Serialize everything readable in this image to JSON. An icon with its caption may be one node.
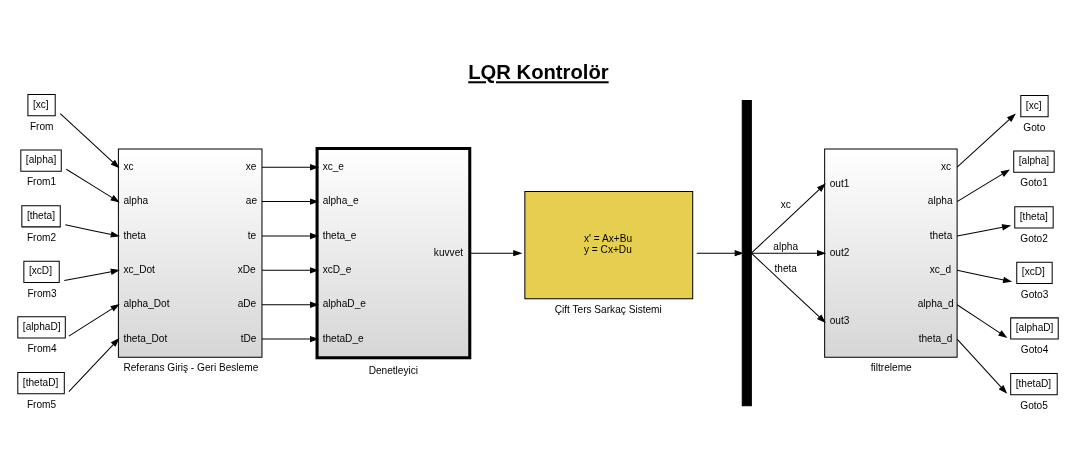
{
  "diagram": {
    "title": "LQR Kontrolör",
    "nodes": [
      {
        "text": [
          "[xc]"
        ],
        "beside": [
          "From"
        ]
      },
      {
        "text": [
          "[alpha]"
        ],
        "beside": [
          "From1"
        ]
      },
      {
        "text": [
          "[theta]"
        ],
        "beside": [
          "From2"
        ]
      },
      {
        "text": [
          "[xcD]"
        ],
        "beside": [
          "From3"
        ]
      },
      {
        "text": [
          "[alphaD]"
        ],
        "beside": [
          "From4"
        ]
      },
      {
        "text": [
          "[thetaD]"
        ],
        "beside": [
          "From5"
        ]
      },
      {
        "text": [
          "xc",
          "alpha",
          "theta",
          "xc_Dot",
          "alpha_Dot",
          "theta_Dot",
          "xe",
          "ae",
          "te",
          "xDe",
          "aDe",
          "tDe"
        ],
        "beside": [
          "Referans Giriş - Geri Besleme"
        ]
      },
      {
        "text": [
          "xc_e",
          "alpha_e",
          "theta_e",
          "xcD_e",
          "alphaD_e",
          "thetaD_e",
          "kuvvet"
        ],
        "beside": [
          "Denetleyici"
        ]
      },
      {
        "text": [
          "x' = Ax+Bu",
          "y = Cx+Du"
        ],
        "beside": [
          "Çift Ters Sarkaç Sistemi"
        ]
      },
      {
        "text": [],
        "shape": "bar"
      },
      {
        "text": [
          "out1",
          "out2",
          "out3",
          "xc",
          "alpha",
          "theta",
          "xc_d",
          "alpha_d",
          "theta_d"
        ],
        "beside": [
          "filtreleme"
        ]
      },
      {
        "text": [
          "[xc]"
        ],
        "beside": [
          "Goto"
        ]
      },
      {
        "text": [
          "[alpha]"
        ],
        "beside": [
          "Goto1"
        ]
      },
      {
        "text": [
          "[theta]"
        ],
        "beside": [
          "Goto2"
        ]
      },
      {
        "text": [
          "[xcD]"
        ],
        "beside": [
          "Goto3"
        ]
      },
      {
        "text": [
          "[alphaD]"
        ],
        "beside": [
          "Goto4"
        ]
      },
      {
        "text": [
          "[thetaD]"
        ],
        "beside": [
          "Goto5"
        ]
      }
    ],
    "edges": [
      {
        "from": 0,
        "to": 6,
        "arrow": "to"
      },
      {
        "from": 1,
        "to": 6,
        "arrow": "to"
      },
      {
        "from": 2,
        "to": 6,
        "arrow": "to"
      },
      {
        "from": 3,
        "to": 6,
        "arrow": "to"
      },
      {
        "from": 4,
        "to": 6,
        "arrow": "to"
      },
      {
        "from": 5,
        "to": 6,
        "arrow": "to"
      },
      {
        "from": 6,
        "to": 7,
        "arrow": "to"
      },
      {
        "from": 6,
        "to": 7,
        "arrow": "to"
      },
      {
        "from": 6,
        "to": 7,
        "arrow": "to"
      },
      {
        "from": 6,
        "to": 7,
        "arrow": "to"
      },
      {
        "from": 6,
        "to": 7,
        "arrow": "to"
      },
      {
        "from": 6,
        "to": 7,
        "arrow": "to"
      },
      {
        "from": 7,
        "to": 8,
        "arrow": "to"
      },
      {
        "from": 8,
        "to": 9,
        "arrow": "to"
      },
      {
        "from": 9,
        "to": 10,
        "arrow": "to",
        "label": "xc"
      },
      {
        "from": 9,
        "to": 10,
        "arrow": "to",
        "label": "alpha"
      },
      {
        "from": 9,
        "to": 10,
        "arrow": "to",
        "label": "theta"
      },
      {
        "from": 10,
        "to": 11,
        "arrow": "to"
      },
      {
        "from": 10,
        "to": 12,
        "arrow": "to"
      },
      {
        "from": 10,
        "to": 13,
        "arrow": "to"
      },
      {
        "from": 10,
        "to": 14,
        "arrow": "to"
      },
      {
        "from": 10,
        "to": 15,
        "arrow": "to"
      },
      {
        "from": 10,
        "to": 16,
        "arrow": "to"
      }
    ]
  }
}
